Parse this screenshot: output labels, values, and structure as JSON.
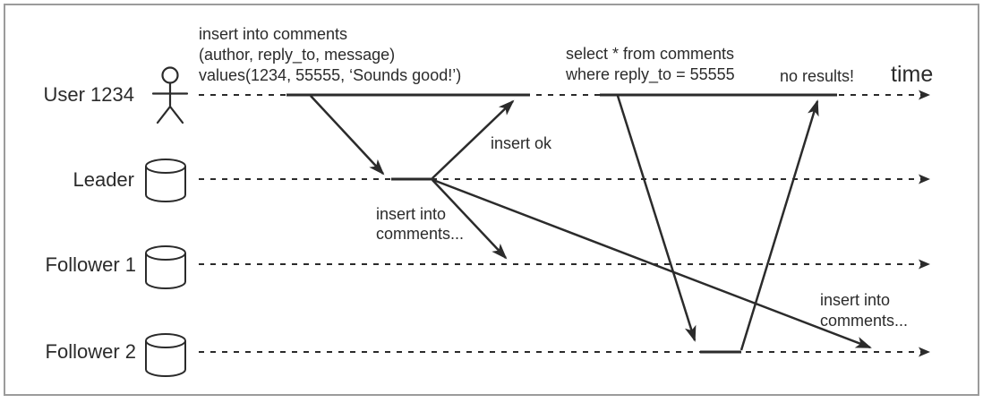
{
  "colors": {
    "ink": "#2b2b2b",
    "border": "#9b9b9b",
    "background": "#ffffff"
  },
  "axis": {
    "time_label": "time"
  },
  "lanes": [
    {
      "label": "User 1234",
      "icon": "person-icon"
    },
    {
      "label": "Leader",
      "icon": "database-icon"
    },
    {
      "label": "Follower 1",
      "icon": "database-icon"
    },
    {
      "label": "Follower 2",
      "icon": "database-icon"
    }
  ],
  "messages": {
    "insert_query_line1": "insert into comments",
    "insert_query_line2": "(author, reply_to, message)",
    "insert_query_line3": "values(1234, 55555, ‘Sounds good!’)",
    "insert_ok": "insert ok",
    "replicate_follower1_line1": "insert into",
    "replicate_follower1_line2": "comments...",
    "replicate_follower2_line1": "insert into",
    "replicate_follower2_line2": "comments...",
    "select_query_line1": "select * from comments",
    "select_query_line2": "where reply_to = 55555",
    "no_results": "no results!"
  }
}
